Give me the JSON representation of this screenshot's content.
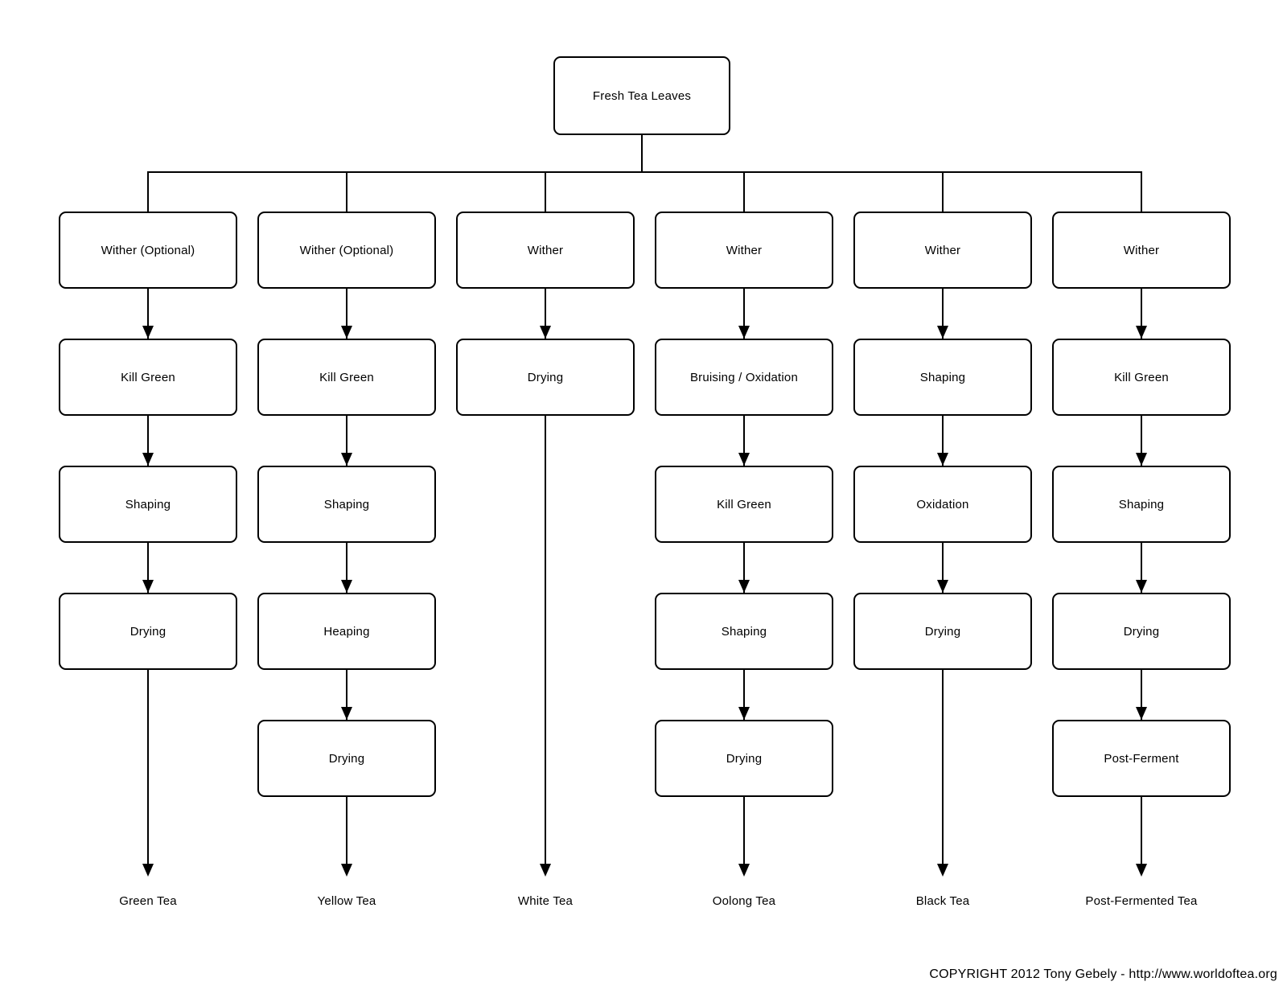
{
  "diagram": {
    "title_node": "Fresh Tea Leaves",
    "colors": {
      "line": "#000000",
      "background": "#ffffff",
      "text": "#000000"
    },
    "columns": [
      {
        "result": "Green Tea",
        "steps": [
          "Wither (Optional)",
          "Kill Green",
          "Shaping",
          "Drying"
        ]
      },
      {
        "result": "Yellow Tea",
        "steps": [
          "Wither (Optional)",
          "Kill Green",
          "Shaping",
          "Heaping",
          "Drying"
        ]
      },
      {
        "result": "White Tea",
        "steps": [
          "Wither",
          "Drying"
        ]
      },
      {
        "result": "Oolong Tea",
        "steps": [
          "Wither",
          "Bruising / Oxidation",
          "Kill Green",
          "Shaping",
          "Drying"
        ]
      },
      {
        "result": "Black Tea",
        "steps": [
          "Wither",
          "Shaping",
          "Oxidation",
          "Drying"
        ]
      },
      {
        "result": "Post-Fermented Tea",
        "steps": [
          "Wither",
          "Kill Green",
          "Shaping",
          "Drying",
          "Post-Ferment"
        ]
      }
    ],
    "copyright": "COPYRIGHT 2012 Tony Gebely - http://www.worldoftea.org"
  }
}
